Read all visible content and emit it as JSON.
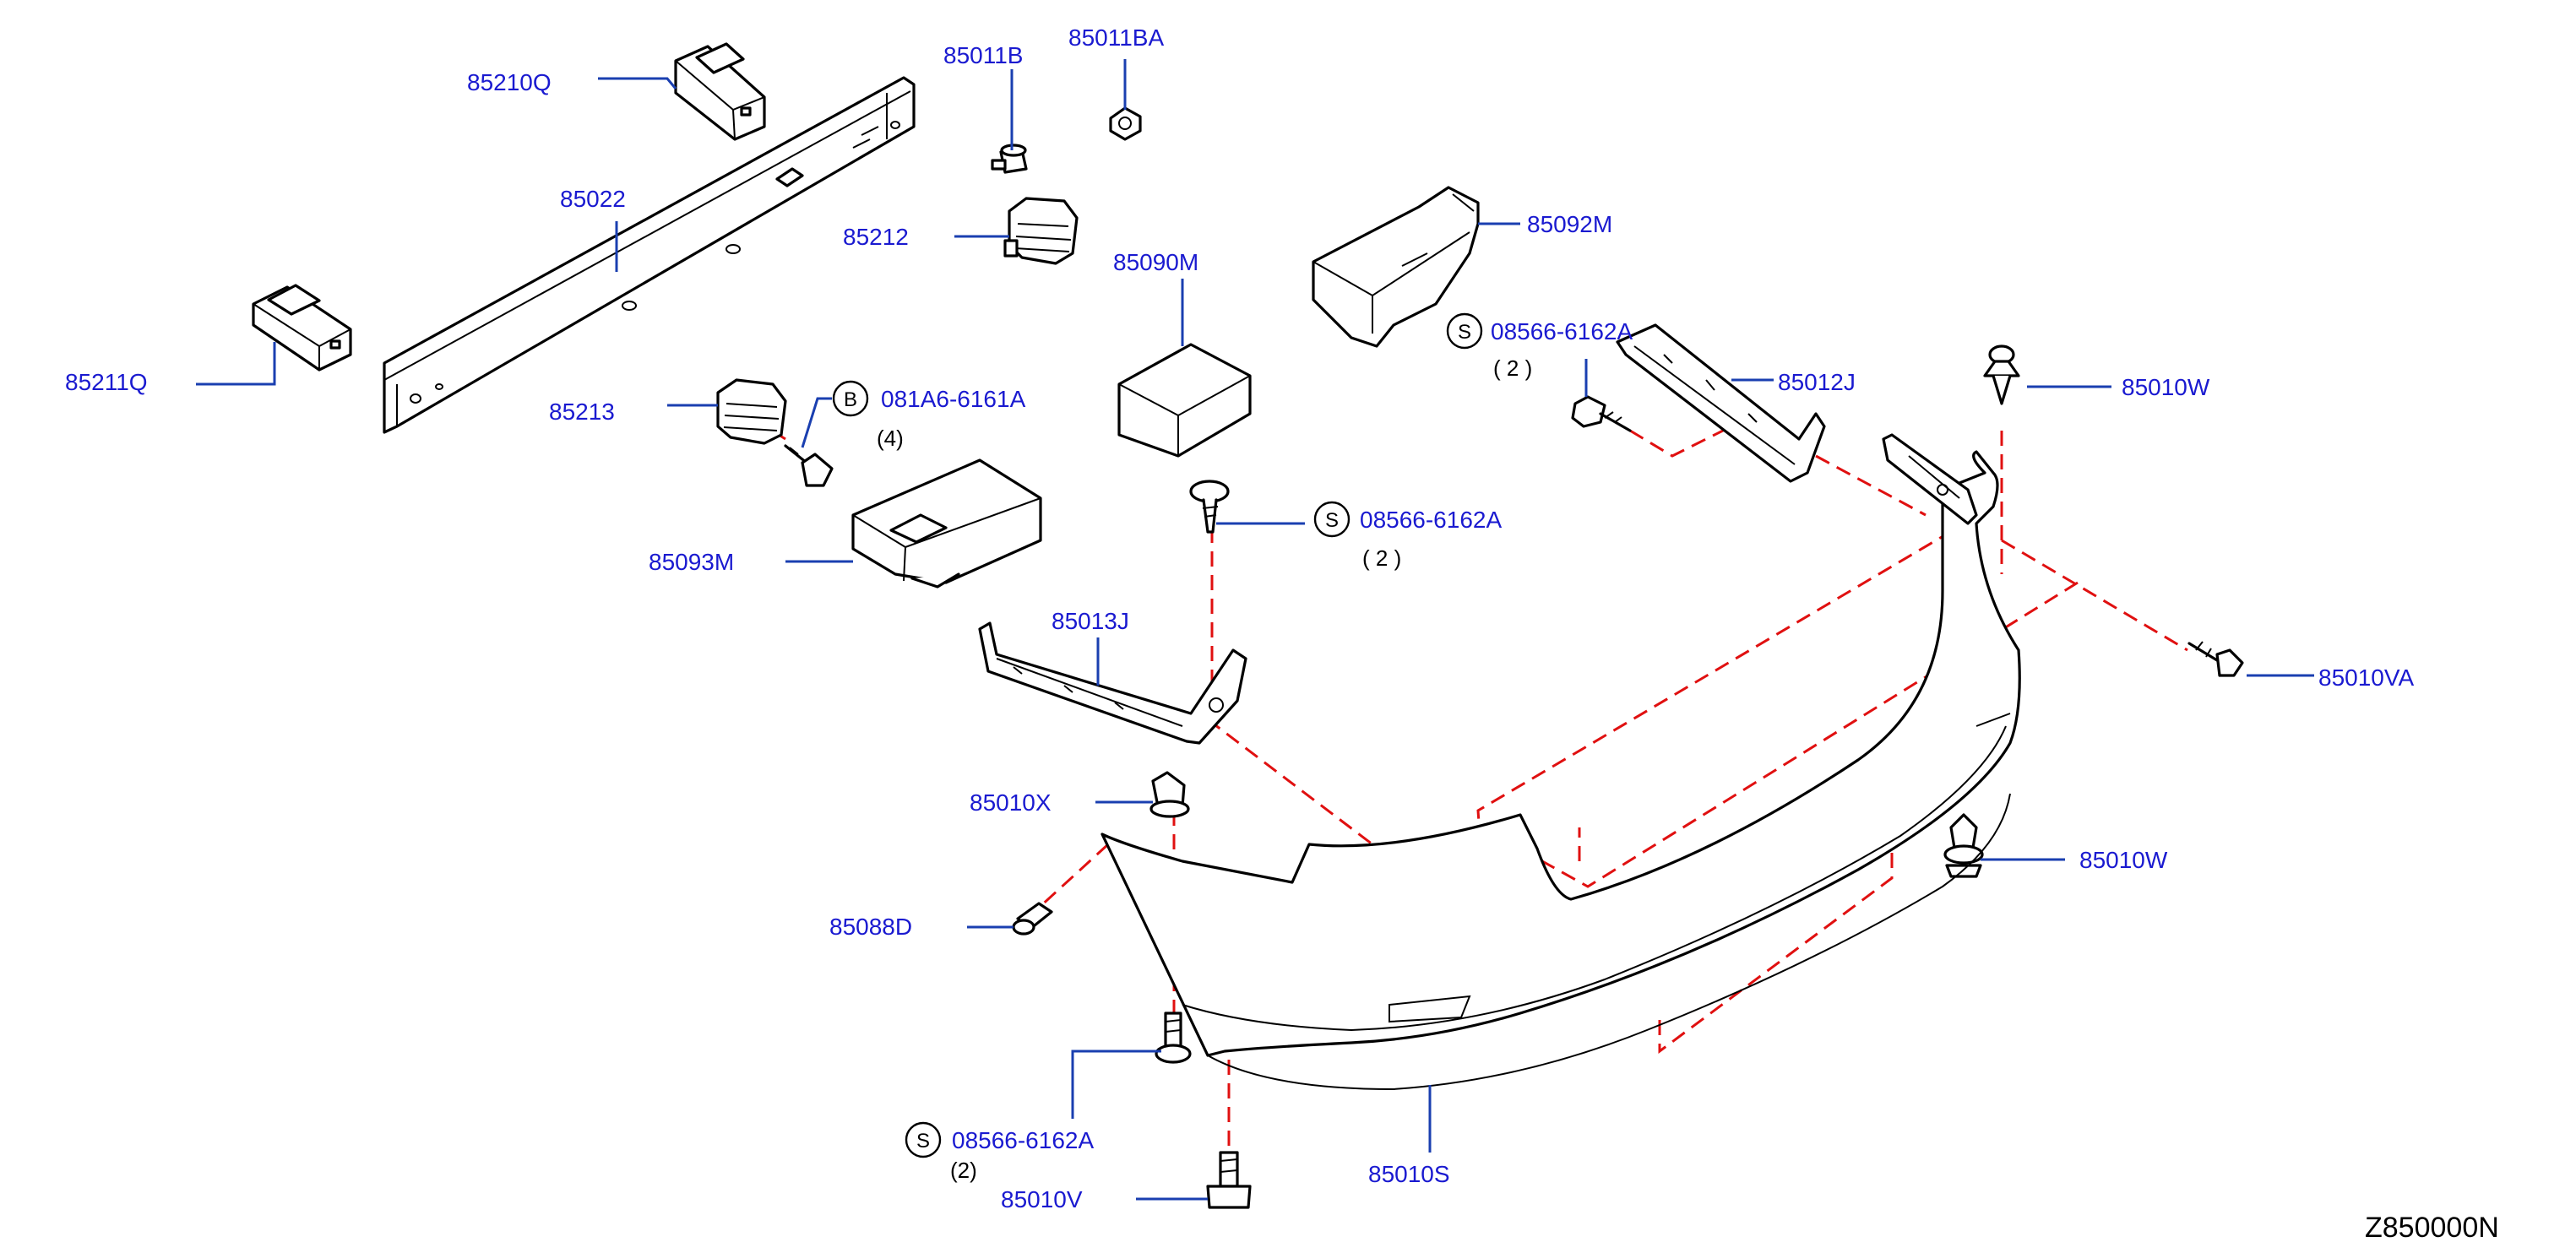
{
  "diagram_code": "Z850000N",
  "parts": {
    "p85210Q": "85210Q",
    "p85022": "85022",
    "p85211Q": "85211Q",
    "p85011B": "85011B",
    "p85011BA": "85011BA",
    "p85212": "85212",
    "p85213": "85213",
    "p081A6": "081A6-6161A",
    "p081A6_qty": "(4)",
    "p85093M": "85093M",
    "p85090M": "85090M",
    "p85092M": "85092M",
    "s_top": "08566-6162A",
    "s_top_qty": "( 2 )",
    "p85012J": "85012J",
    "p85010W_top": "85010W",
    "s_mid": "08566-6162A",
    "s_mid_qty": "( 2 )",
    "p85013J": "85013J",
    "p85010VA": "85010VA",
    "p85010X": "85010X",
    "p85088D": "85088D",
    "p85010W_bot": "85010W",
    "s_bot": "08566-6162A",
    "s_bot_qty": "(2)",
    "p85010V": "85010V",
    "p85010S": "85010S"
  },
  "badges": {
    "bolt": "B",
    "screw": "S"
  }
}
